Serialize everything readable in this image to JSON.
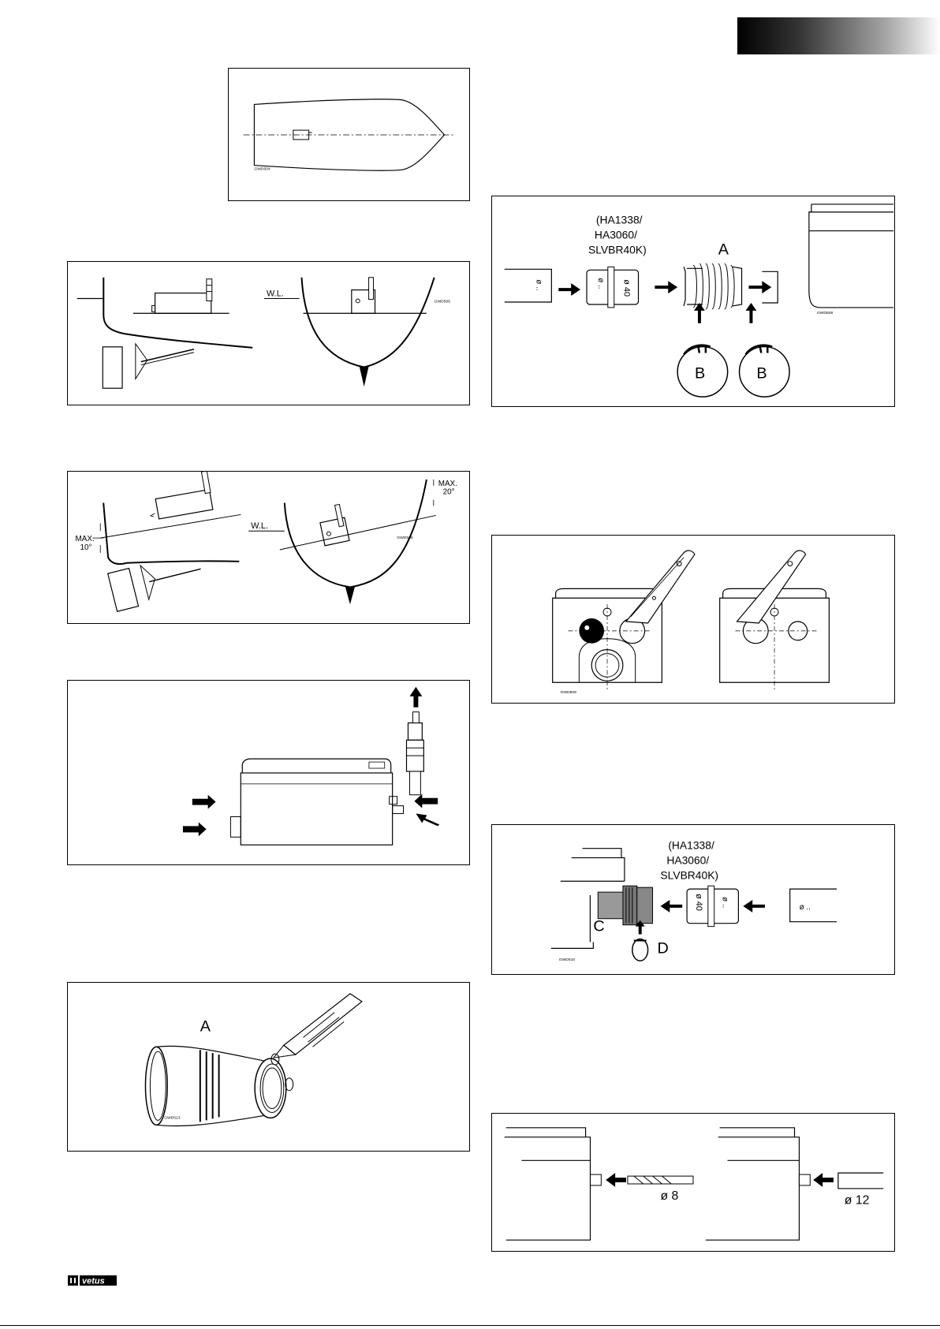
{
  "figures": {
    "hull_top": {
      "code": "GWD504"
    },
    "install_level": {
      "code": "GWD505",
      "wl": "W.L."
    },
    "install_tilt": {
      "code": "GWD506",
      "wl": "W.L.",
      "max_left": "MAX.",
      "angle_left": "10°",
      "max_right": "MAX.",
      "angle_right": "20°"
    },
    "connections": {},
    "cut_hose": {
      "code": "GWD513",
      "label_a": "A"
    },
    "hose_assembly": {
      "code": "GWD508",
      "adapter_line1": "(HA1338/",
      "adapter_line2": "HA3060/",
      "adapter_line3": "SLVBR40K)",
      "label_a": "A",
      "label_b1": "B",
      "label_b2": "B",
      "dia_pipe": "ø ..",
      "dia_adapter_left": "ø ..",
      "dia_adapter_right": "ø 40"
    },
    "cut_inlet": {
      "code": "GWD509"
    },
    "inlet_assembly": {
      "code": "GWD510",
      "adapter_line1": "(HA1338/",
      "adapter_line2": "HA3060/",
      "adapter_line3": "SLVBR40K)",
      "label_c": "C",
      "label_d": "D",
      "dia_adapter_left": "ø 40",
      "dia_adapter_right": "ø ..",
      "dia_pipe": "ø .."
    },
    "vent_drill": {
      "drill": "ø 8",
      "pipe": "ø 12"
    }
  },
  "footer": {
    "logo_text": "vetus"
  }
}
